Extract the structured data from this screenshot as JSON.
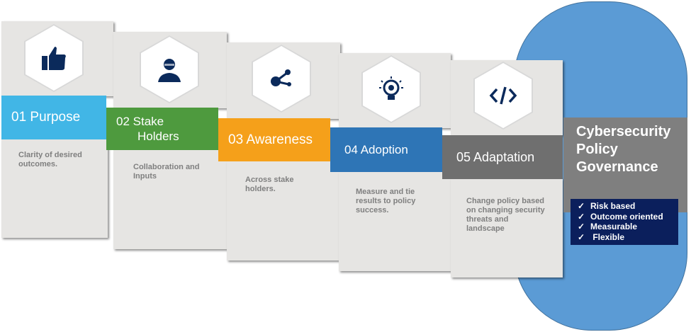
{
  "steps": [
    {
      "label": "01 Purpose",
      "desc": "Clarity of desired outcomes.",
      "icon": "thumbs-up-icon",
      "color": "#41b6e6"
    },
    {
      "label_line1": "02  Stake",
      "label_line2": "Holders",
      "desc": "Collaboration and Inputs",
      "icon": "person-icon",
      "color": "#4e9a3e"
    },
    {
      "label": "03 Awareness",
      "desc": "Across stake holders.",
      "icon": "share-nodes-icon",
      "color": "#f5a01a"
    },
    {
      "label": "04 Adoption",
      "desc": "Measure and tie results to policy success.",
      "icon": "lightbulb-icon",
      "color": "#2e75b6"
    },
    {
      "label": "05 Adaptation",
      "desc": "Change policy based on changing security threats and landscape",
      "icon": "code-icon",
      "color": "#6f6f6f"
    }
  ],
  "governance": {
    "title_lines": [
      "Cybersecurity",
      "Policy",
      "Governance"
    ],
    "check": "✓",
    "items": [
      "Risk based",
      "Outcome oriented",
      "Measurable",
      " Flexible"
    ]
  }
}
